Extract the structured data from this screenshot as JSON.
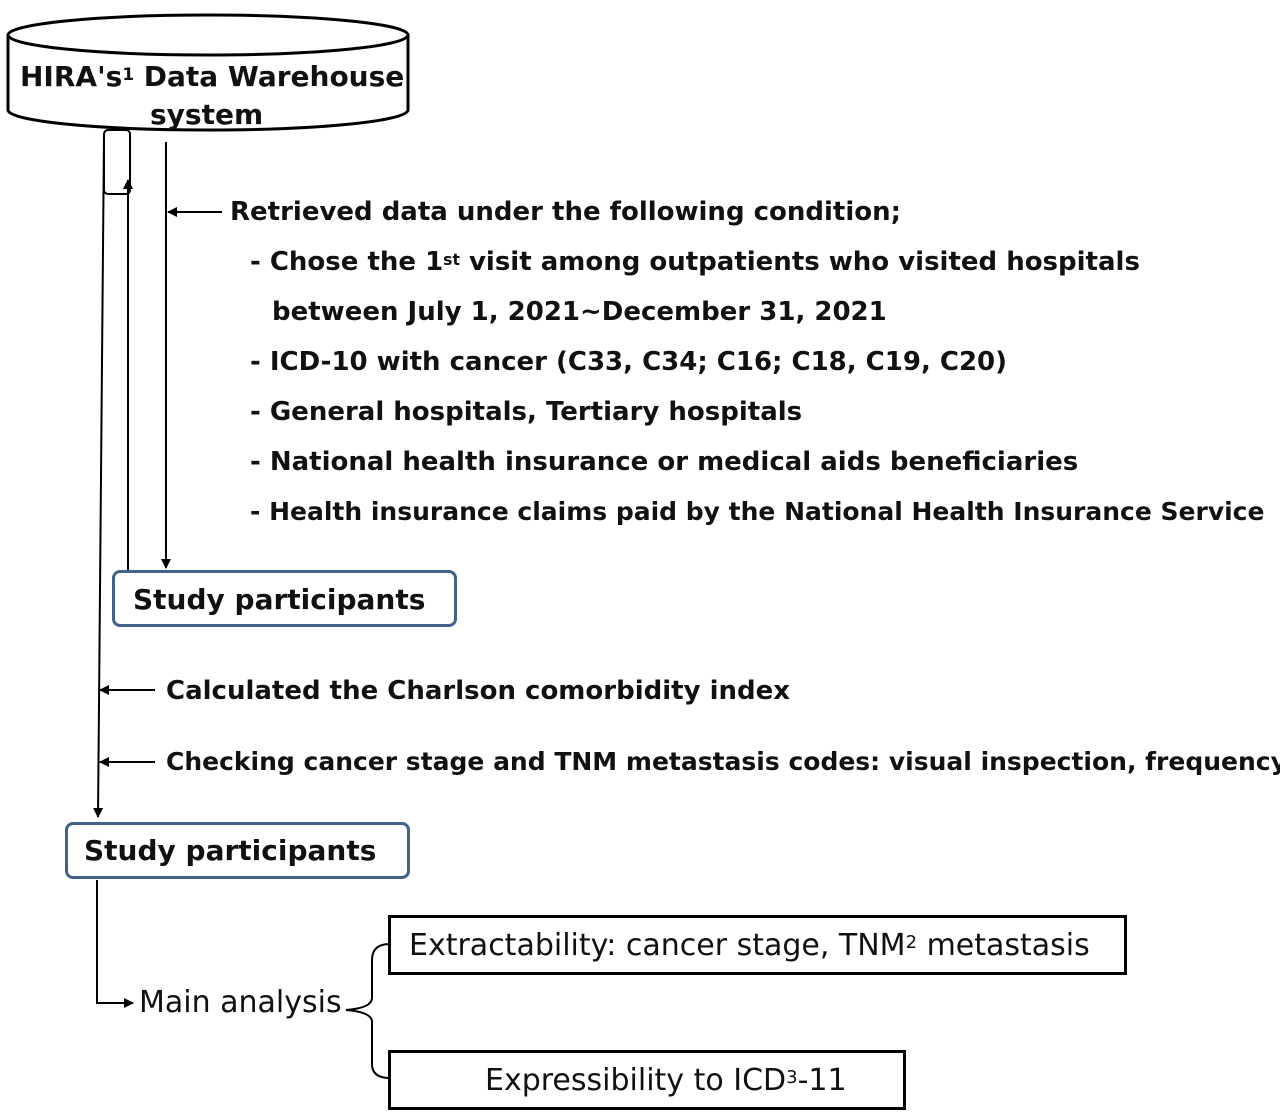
{
  "warehouse": {
    "title_prefix": "HIRA's",
    "title_sup": "1",
    "title_suffix": " Data Warehouse",
    "title_line2": "system"
  },
  "retrieve": {
    "heading": "Retrieved data under the following condition;",
    "item1_pre": "- Chose the 1",
    "item1_sup": "st",
    "item1_post": " visit among outpatients who visited hospitals",
    "item1_line2": "between July 1, 2021~December 31, 2021",
    "item2": "- ICD-10 with cancer (C33, C34; C16; C18, C19, C20)",
    "item3": "- General hospitals, Tertiary hospitals",
    "item4": "- National health insurance or medical aids beneficiaries",
    "item5": "- Health insurance claims paid by the National Health Insurance Service"
  },
  "participants1": {
    "label": "Study participants"
  },
  "steps": {
    "charlson": "Calculated the Charlson comorbidity index",
    "checking": "Checking cancer stage and TNM metastasis codes: visual inspection, frequency"
  },
  "participants2": {
    "label": "Study participants"
  },
  "analysis": {
    "main": "Main analysis",
    "extract_pre": "Extractability: cancer stage, TNM",
    "extract_sup": "2",
    "extract_post": " metastasis",
    "express_pre": "Expressibility to ICD",
    "express_sup": "3",
    "express_post": "-11"
  }
}
